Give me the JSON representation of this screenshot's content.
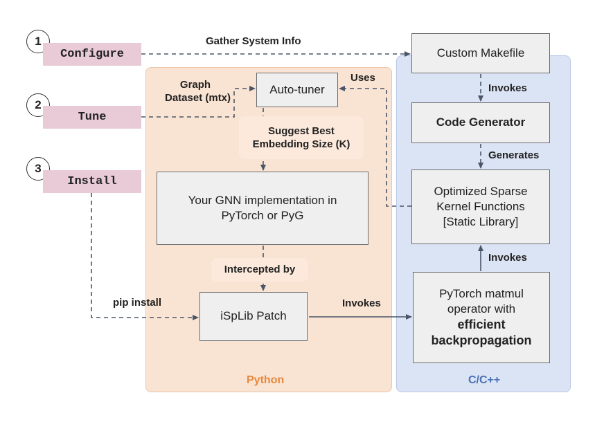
{
  "regions": {
    "python": "Python",
    "c": "C/C++"
  },
  "colors": {
    "python_region": "#f9e3d3",
    "c_region": "#dbe4f4",
    "stage_fill": "#e9cbd7",
    "python_label": "#e8883a",
    "c_label": "#4a6fb5",
    "arrow": "#4a5568"
  },
  "steps": [
    {
      "number": "1",
      "command": "Configure"
    },
    {
      "number": "2",
      "command": "Tune"
    },
    {
      "number": "3",
      "command": "Install"
    }
  ],
  "boxes": {
    "custom_makefile": "Custom Makefile",
    "code_generator": "Code Generator",
    "optimized_kernels": [
      "Optimized Sparse",
      "Kernel Functions",
      "[Static Library]"
    ],
    "pytorch_matmul_plain": [
      "PyTorch matmul",
      "operator with"
    ],
    "pytorch_matmul_bold": [
      "efficient",
      "backpropagation"
    ],
    "auto_tuner": "Auto-tuner",
    "gnn_impl": [
      "Your GNN implementation in",
      "PyTorch or PyG"
    ],
    "isplib_patch": "iSpLib Patch"
  },
  "labels": {
    "gather_info": "Gather System Info",
    "graph_dataset": [
      "Graph",
      "Dataset (mtx)"
    ],
    "uses": "Uses",
    "suggest": [
      "Suggest Best",
      "Embedding Size (K)"
    ],
    "intercepted": "Intercepted by",
    "pip_install": "pip install",
    "invokes_patch": "Invokes",
    "invokes_makefile": "Invokes",
    "generates": "Generates",
    "invokes_matmul": "Invokes"
  }
}
